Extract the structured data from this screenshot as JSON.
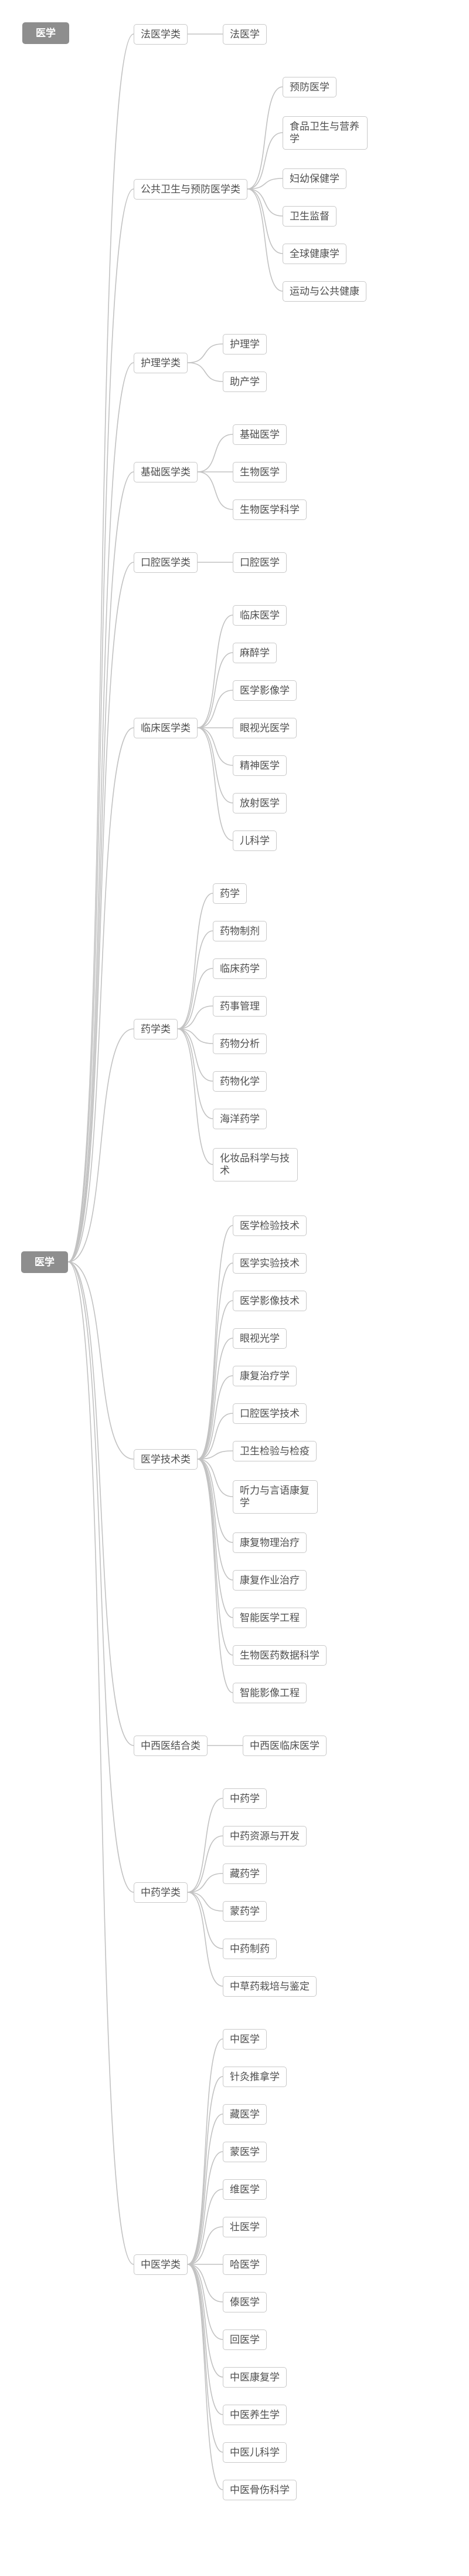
{
  "pinned_root": {
    "label": "医学"
  },
  "root": {
    "label": "医学"
  },
  "branches": [
    {
      "label": "法医学类",
      "children": [
        {
          "label": "法医学"
        }
      ]
    },
    {
      "label": "公共卫生与预防医学类",
      "children": [
        {
          "label": "预防医学"
        },
        {
          "label": "食品卫生与营养学",
          "wrap": true
        },
        {
          "label": "妇幼保健学"
        },
        {
          "label": "卫生监督"
        },
        {
          "label": "全球健康学"
        },
        {
          "label": "运动与公共健康"
        }
      ]
    },
    {
      "label": "护理学类",
      "children": [
        {
          "label": "护理学"
        },
        {
          "label": "助产学"
        }
      ]
    },
    {
      "label": "基础医学类",
      "children": [
        {
          "label": "基础医学"
        },
        {
          "label": "生物医学"
        },
        {
          "label": "生物医学科学"
        }
      ]
    },
    {
      "label": "口腔医学类",
      "children": [
        {
          "label": "口腔医学"
        }
      ]
    },
    {
      "label": "临床医学类",
      "children": [
        {
          "label": "临床医学"
        },
        {
          "label": "麻醉学"
        },
        {
          "label": "医学影像学"
        },
        {
          "label": "眼视光医学"
        },
        {
          "label": "精神医学"
        },
        {
          "label": "放射医学"
        },
        {
          "label": "儿科学"
        }
      ]
    },
    {
      "label": "药学类",
      "children": [
        {
          "label": "药学"
        },
        {
          "label": "药物制剂"
        },
        {
          "label": "临床药学"
        },
        {
          "label": "药事管理"
        },
        {
          "label": "药物分析"
        },
        {
          "label": "药物化学"
        },
        {
          "label": "海洋药学"
        },
        {
          "label": "化妆品科学与技术",
          "wrap": true
        }
      ]
    },
    {
      "label": "医学技术类",
      "children": [
        {
          "label": "医学检验技术"
        },
        {
          "label": "医学实验技术"
        },
        {
          "label": "医学影像技术"
        },
        {
          "label": "眼视光学"
        },
        {
          "label": "康复治疗学"
        },
        {
          "label": "口腔医学技术"
        },
        {
          "label": "卫生检验与检疫"
        },
        {
          "label": "听力与言语康复学",
          "wrap": true
        },
        {
          "label": "康复物理治疗"
        },
        {
          "label": "康复作业治疗"
        },
        {
          "label": "智能医学工程"
        },
        {
          "label": "生物医药数据科学"
        },
        {
          "label": "智能影像工程"
        }
      ]
    },
    {
      "label": "中西医结合类",
      "children": [
        {
          "label": "中西医临床医学"
        }
      ]
    },
    {
      "label": "中药学类",
      "children": [
        {
          "label": "中药学"
        },
        {
          "label": "中药资源与开发"
        },
        {
          "label": "藏药学"
        },
        {
          "label": "蒙药学"
        },
        {
          "label": "中药制药"
        },
        {
          "label": "中草药栽培与鉴定"
        }
      ]
    },
    {
      "label": "中医学类",
      "children": [
        {
          "label": "中医学"
        },
        {
          "label": "针灸推拿学"
        },
        {
          "label": "藏医学"
        },
        {
          "label": "蒙医学"
        },
        {
          "label": "维医学"
        },
        {
          "label": "壮医学"
        },
        {
          "label": "哈医学"
        },
        {
          "label": "傣医学"
        },
        {
          "label": "回医学"
        },
        {
          "label": "中医康复学"
        },
        {
          "label": "中医养生学"
        },
        {
          "label": "中医儿科学"
        },
        {
          "label": "中医骨伤科学"
        }
      ]
    }
  ],
  "colors": {
    "root_bg": "#8e8e8e",
    "root_text": "#ffffff",
    "node_bg": "#ffffff",
    "node_border": "#c9c9c9",
    "node_text": "#4f4f4f",
    "connector": "#c2c2c2",
    "canvas_bg": "#ffffff"
  }
}
